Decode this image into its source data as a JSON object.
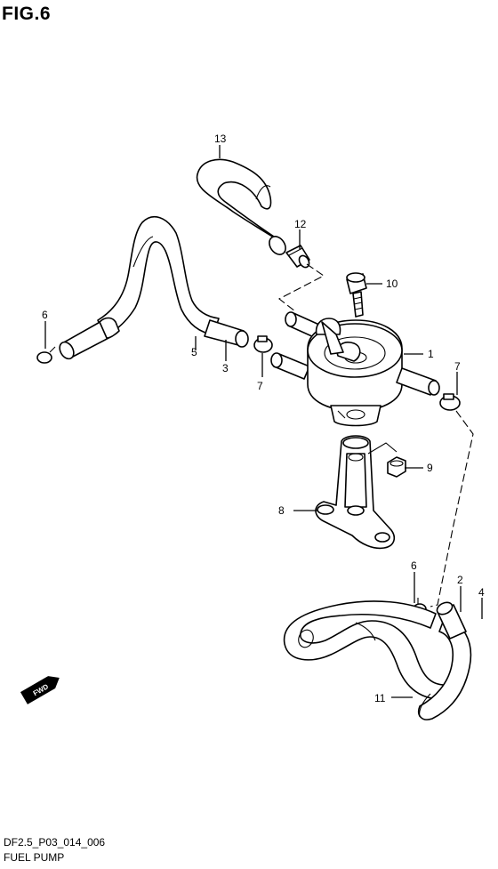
{
  "figure": {
    "title": "FIG.6"
  },
  "footer": {
    "code": "DF2.5_P03_014_006",
    "name": "FUEL PUMP"
  },
  "fwd_badge": {
    "text": "FWD"
  },
  "callouts": [
    "1",
    "2",
    "3",
    "4",
    "5",
    "6",
    "6",
    "7",
    "7",
    "8",
    "9",
    "10",
    "11",
    "12",
    "13"
  ]
}
